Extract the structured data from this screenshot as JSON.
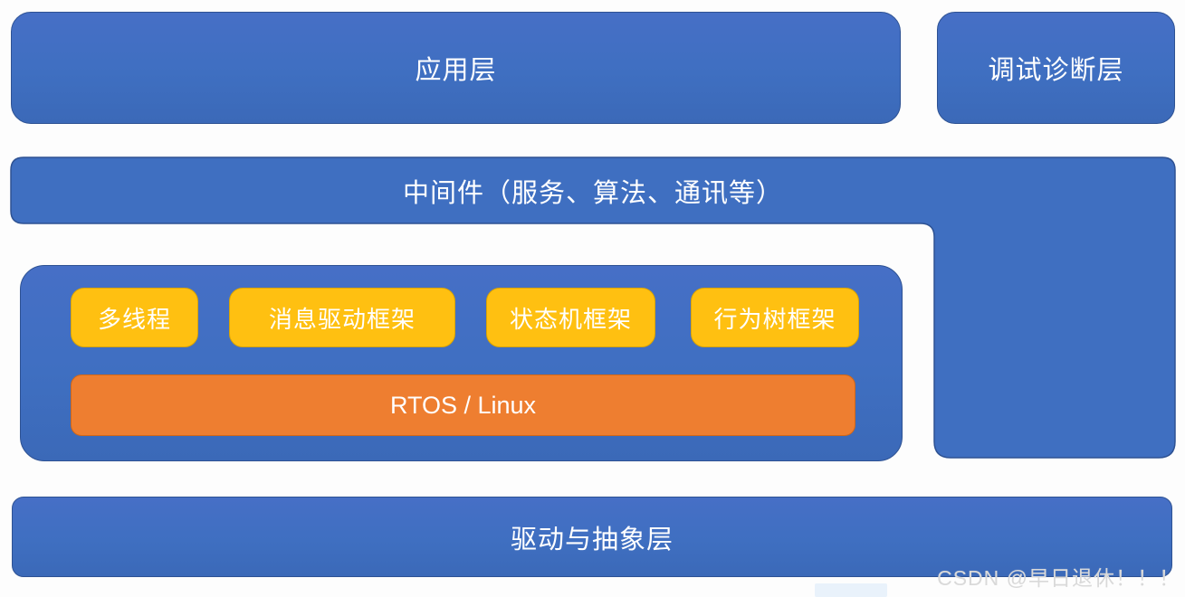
{
  "colors": {
    "blue": "#3F6FC1",
    "blue_border": "#2E5293",
    "yellow": "#FFC011",
    "yellow_border": "#DCA400",
    "orange": "#EE7E30",
    "orange_border": "#D26716",
    "text": "#FFFFFF",
    "watermark": "#D9D9D9",
    "page_bg": "#FDFDFD",
    "hint": "#E9F2FB"
  },
  "layers": {
    "application": {
      "label": "应用层"
    },
    "debug": {
      "label": "调试诊断层"
    },
    "middleware": {
      "label": "中间件（服务、算法、通讯等）"
    },
    "framework_modules": [
      {
        "label": "多线程"
      },
      {
        "label": "消息驱动框架"
      },
      {
        "label": "状态机框架"
      },
      {
        "label": "行为树框架"
      }
    ],
    "os": {
      "label": "RTOS / Linux"
    },
    "driver": {
      "label": "驱动与抽象层"
    }
  },
  "watermark": {
    "text": "CSDN @早日退休！！！"
  }
}
